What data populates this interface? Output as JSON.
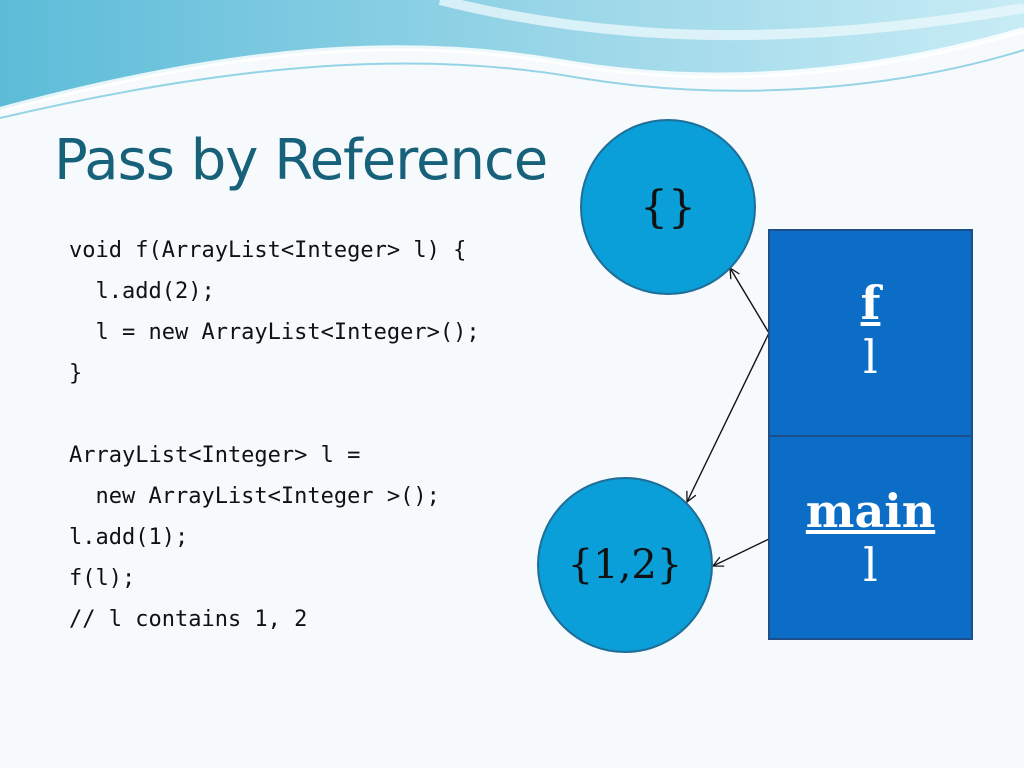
{
  "slide": {
    "title": "Pass by Reference",
    "code_lines": [
      "void f(ArrayList<Integer> l) {",
      "  l.add(2);",
      "  l = new ArrayList<Integer>();",
      "}",
      "",
      "ArrayList<Integer> l =",
      "  new ArrayList<Integer >();",
      "l.add(1);",
      "f(l);",
      "// l contains 1, 2"
    ]
  },
  "diagram": {
    "empty_list_label": "{}",
    "list_values_label": "{1,2}",
    "frames": [
      {
        "name": "f",
        "variable": "l"
      },
      {
        "name": "main",
        "variable": "l"
      }
    ]
  },
  "colors": {
    "title": "#17627a",
    "circle_fill": "#0a9fd8",
    "frame_fill": "#0b6dc6",
    "frame_text": "#ffffff"
  }
}
